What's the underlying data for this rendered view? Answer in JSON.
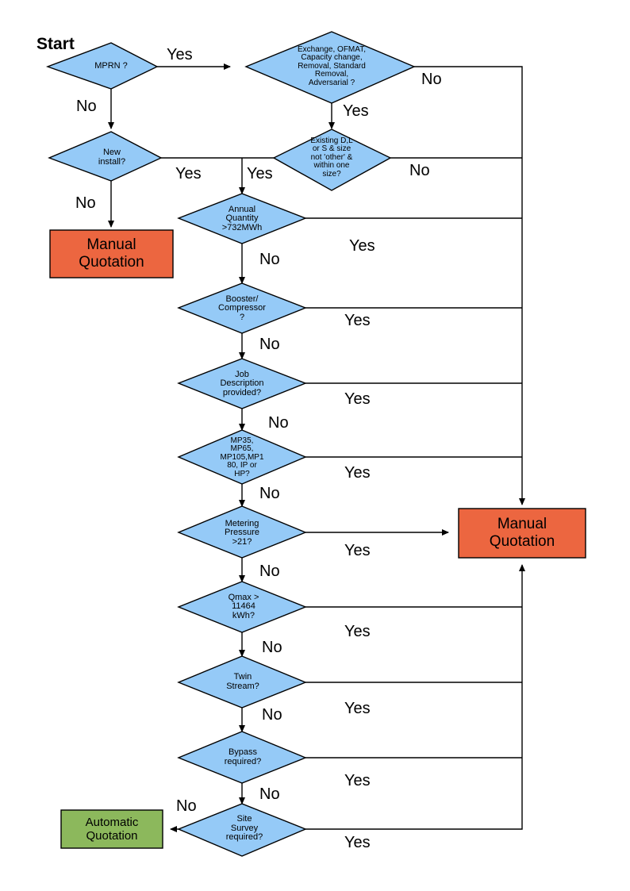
{
  "diagram": {
    "title_label": "Start",
    "colors": {
      "decision_fill": "#95CAF7",
      "decision_stroke": "#000000",
      "manual_fill": "#EC6640",
      "automatic_fill": "#8CB85C",
      "line": "#000000",
      "background": "#FFFFFF"
    },
    "nodes": [
      {
        "id": "mprn",
        "type": "decision",
        "label": "MPRN ?"
      },
      {
        "id": "exchange",
        "type": "decision",
        "label": "Exchange, OFMAT,\nCapacity change,\nRemoval, Standard\nRemoval,\nAdversarial ?"
      },
      {
        "id": "new_install",
        "type": "decision",
        "label": "New\ninstall?"
      },
      {
        "id": "existing",
        "type": "decision",
        "label": "Existing D,L\nor S & size\nnot 'other' &\nwithin one\nsize?"
      },
      {
        "id": "annual",
        "type": "decision",
        "label": "Annual\nQuantity\n>732MWh"
      },
      {
        "id": "booster",
        "type": "decision",
        "label": "Booster/\nCompressor\n?"
      },
      {
        "id": "jobdesc",
        "type": "decision",
        "label": "Job\nDescription\nprovided?"
      },
      {
        "id": "mpclass",
        "type": "decision",
        "label": "MP35,\nMP65,\nMP105,MP1\n80, IP or\nHP?"
      },
      {
        "id": "metering",
        "type": "decision",
        "label": "Metering\nPressure\n>21?"
      },
      {
        "id": "qmax",
        "type": "decision",
        "label": "Qmax >\n11464\nkWh?"
      },
      {
        "id": "twin",
        "type": "decision",
        "label": "Twin\nStream?"
      },
      {
        "id": "bypass",
        "type": "decision",
        "label": "Bypass\nrequired?"
      },
      {
        "id": "survey",
        "type": "decision",
        "label": "Site\nSurvey\nrequired?"
      },
      {
        "id": "manual_left",
        "type": "terminal",
        "label": "Manual\nQuotation"
      },
      {
        "id": "manual_right",
        "type": "terminal",
        "label": "Manual\nQuotation"
      },
      {
        "id": "automatic",
        "type": "terminal",
        "label": "Automatic\nQuotation"
      }
    ],
    "edge_labels": {
      "mprn_yes": "Yes",
      "mprn_no": "No",
      "exchange_no": "No",
      "exchange_yes": "Yes",
      "new_install_yes": "Yes",
      "new_install_no": "No",
      "existing_yes": "Yes",
      "existing_no": "No",
      "annual_yes": "Yes",
      "annual_no": "No",
      "booster_yes": "Yes",
      "booster_no": "No",
      "jobdesc_yes": "Yes",
      "jobdesc_no": "No",
      "mpclass_yes": "Yes",
      "mpclass_no": "No",
      "metering_yes": "Yes",
      "metering_no": "No",
      "qmax_yes": "Yes",
      "qmax_no": "No",
      "twin_yes": "Yes",
      "twin_no": "No",
      "bypass_yes": "Yes",
      "bypass_no": "No",
      "survey_yes": "Yes",
      "survey_no": "No"
    }
  }
}
